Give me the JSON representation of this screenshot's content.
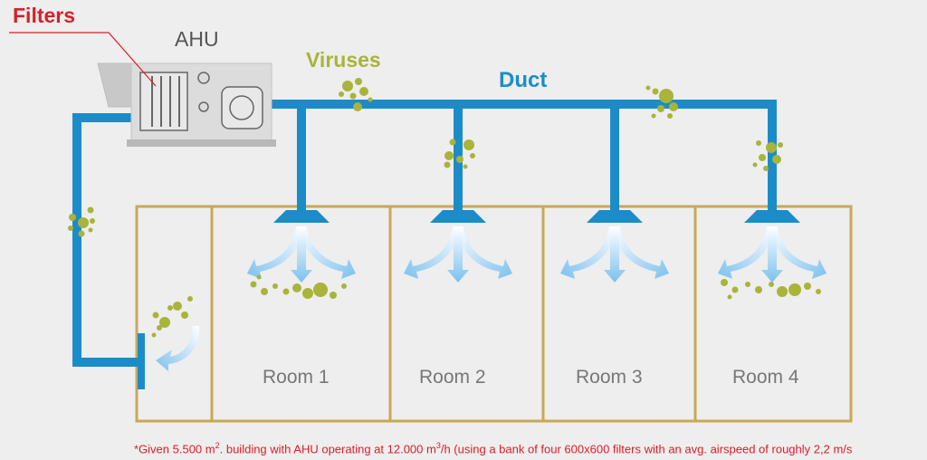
{
  "labels": {
    "filters": "Filters",
    "ahu": "AHU",
    "viruses": "Viruses",
    "duct": "Duct"
  },
  "rooms": [
    {
      "label": "Room 1"
    },
    {
      "label": "Room 2"
    },
    {
      "label": "Room 3"
    },
    {
      "label": "Room 4"
    }
  ],
  "footnote": {
    "part1": "*Given 5.500 m",
    "sup1": "2",
    "part2": ". building with AHU operating at 12.000 m",
    "sup2": "3",
    "part3": "/h (using a bank of four 600x600 filters with an avg. airspeed of roughly 2,2 m/s"
  },
  "colors": {
    "duct": "#1c8cc8",
    "room_border": "#c8a85a",
    "virus": "#a8b43a",
    "label_red": "#d6202a",
    "ahu_body": "#d9d9d9",
    "airflow": "#9fd0f0"
  }
}
